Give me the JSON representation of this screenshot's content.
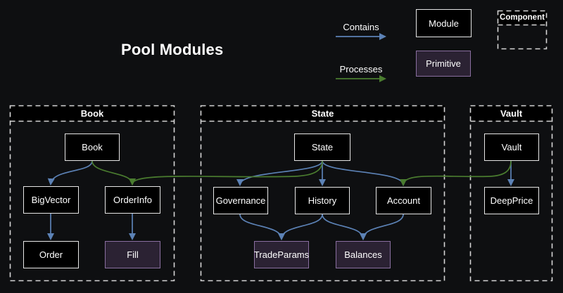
{
  "title": "Pool Modules",
  "colors": {
    "background": "#0e0f11",
    "node_bg": "#000000",
    "node_border": "#e6e6e6",
    "primitive_bg": "#2b2233",
    "primitive_border": "#8a6fa0",
    "container_border": "#d6d6d6",
    "contains_blue": "#5c82b6",
    "processes_green": "#4a7c2f",
    "text": "#ffffff"
  },
  "legend": {
    "contains_label": "Contains",
    "processes_label": "Processes",
    "module_label": "Module",
    "primitive_label": "Primitive",
    "component_label": "Component"
  },
  "containers": {
    "book": {
      "label": "Book"
    },
    "state": {
      "label": "State"
    },
    "vault": {
      "label": "Vault"
    }
  },
  "nodes": {
    "book": {
      "label": "Book",
      "type": "module",
      "container": "Book"
    },
    "bigvector": {
      "label": "BigVector",
      "type": "module",
      "container": "Book"
    },
    "orderinfo": {
      "label": "OrderInfo",
      "type": "module",
      "container": "Book"
    },
    "order": {
      "label": "Order",
      "type": "module",
      "container": "Book"
    },
    "fill": {
      "label": "Fill",
      "type": "primitive",
      "container": "Book"
    },
    "state": {
      "label": "State",
      "type": "module",
      "container": "State"
    },
    "governance": {
      "label": "Governance",
      "type": "module",
      "container": "State"
    },
    "history": {
      "label": "History",
      "type": "module",
      "container": "State"
    },
    "account": {
      "label": "Account",
      "type": "module",
      "container": "State"
    },
    "tradeparams": {
      "label": "TradeParams",
      "type": "primitive",
      "container": "State"
    },
    "balances": {
      "label": "Balances",
      "type": "primitive",
      "container": "State"
    },
    "vault": {
      "label": "Vault",
      "type": "module",
      "container": "Vault"
    },
    "deepprice": {
      "label": "DeepPrice",
      "type": "module",
      "container": "Vault"
    }
  },
  "edges": [
    {
      "from": "Book",
      "to": "BigVector",
      "type": "contains"
    },
    {
      "from": "Book",
      "to": "OrderInfo",
      "type": "processes"
    },
    {
      "from": "State",
      "to": "OrderInfo",
      "type": "processes"
    },
    {
      "from": "BigVector",
      "to": "Order",
      "type": "contains"
    },
    {
      "from": "OrderInfo",
      "to": "Fill",
      "type": "contains"
    },
    {
      "from": "State",
      "to": "Governance",
      "type": "contains"
    },
    {
      "from": "State",
      "to": "History",
      "type": "contains"
    },
    {
      "from": "State",
      "to": "Account",
      "type": "contains"
    },
    {
      "from": "Vault",
      "to": "Account",
      "type": "processes"
    },
    {
      "from": "Vault",
      "to": "DeepPrice",
      "type": "contains"
    },
    {
      "from": "Governance",
      "to": "TradeParams",
      "type": "contains"
    },
    {
      "from": "History",
      "to": "TradeParams",
      "type": "contains"
    },
    {
      "from": "History",
      "to": "Balances",
      "type": "contains"
    },
    {
      "from": "Account",
      "to": "Balances",
      "type": "contains"
    }
  ]
}
